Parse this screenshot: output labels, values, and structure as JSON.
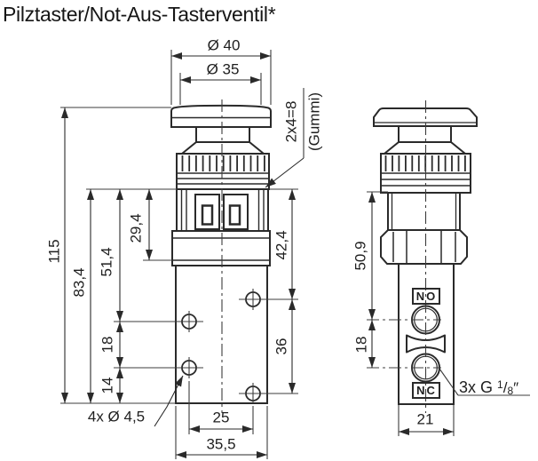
{
  "title": "Pilztaster/Not-Aus-Tasterventil*",
  "colors": {
    "line": "#2a2a2a",
    "dim_line": "#3c3c3c",
    "background": "#ffffff"
  },
  "front_view": {
    "dia_outer": "Ø 40",
    "dia_inner": "Ø 35",
    "rubber_note_value": "2x4=8",
    "rubber_note_material": "(Gummi)",
    "height_total": "115",
    "height_body": "83,4",
    "height_upper_hole": "51,4",
    "height_collar": "29,4",
    "hole_gap": "18",
    "hole_bottom": "14",
    "mounting_holes_note": "4x Ø 4,5",
    "hole_spacing": "25",
    "body_width": "35,5",
    "right_upper": "42,4",
    "right_hole_gap": "36"
  },
  "side_view": {
    "port_top_offset": "50,9",
    "port_gap": "18",
    "body_width": "21",
    "port_labels": {
      "no": "NO",
      "nc": "NC"
    },
    "thread_note": {
      "prefix": "3x G",
      "numerator": "1",
      "slash": "/",
      "denominator": "8",
      "unit": "″"
    }
  }
}
